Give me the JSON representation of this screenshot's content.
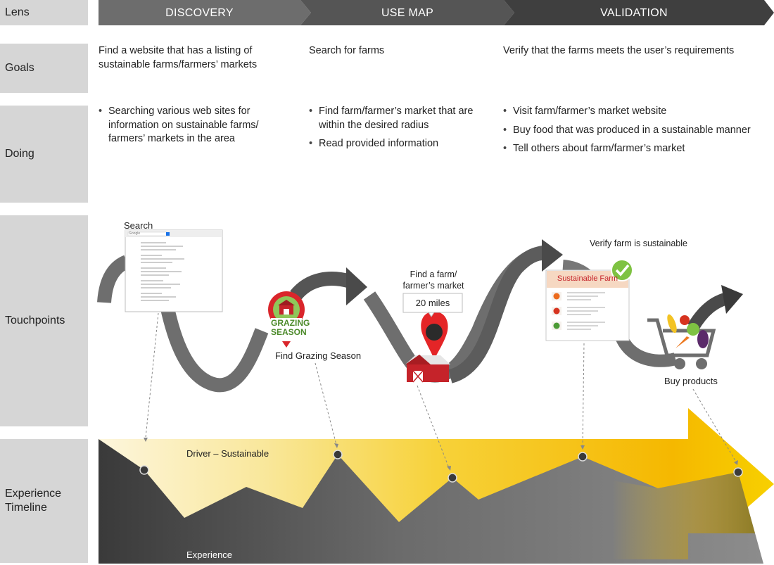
{
  "rows": {
    "lens": "Lens",
    "goals": "Goals",
    "doing": "Doing",
    "touchpoints": "Touchpoints",
    "experience_timeline": [
      "Experience",
      "Timeline"
    ]
  },
  "phases": [
    "DISCOVERY",
    "USE MAP",
    "VALIDATION"
  ],
  "goals": [
    [
      "Find a website that has a listing of",
      "sustainable farms/farmers’ markets"
    ],
    [
      "Search for farms"
    ],
    [
      "Verify that the farms meets the user’s requirements"
    ]
  ],
  "doing": [
    [
      "Searching various web sites for information on sustainable farms/ farmers’ markets in the area"
    ],
    [
      "Find farm/farmer’s market that are within the desired radius",
      "Read provided information"
    ],
    [
      "Visit farm/farmer’s market website",
      "Buy food that was produced in a sustainable manner",
      "Tell others about farm/farmer’s market"
    ]
  ],
  "touchpoints": {
    "search": "Search",
    "grazing_logo": [
      "GRAZING",
      "SEASON"
    ],
    "find_grazing": "Find Grazing Season",
    "find_farm": [
      "Find a farm/",
      "farmer’s market"
    ],
    "radius": "20 miles",
    "verify": "Verify farm is sustainable",
    "sustainable_farm": "Sustainable Farm",
    "buy": "Buy products",
    "search_logo": "Google"
  },
  "timeline": {
    "driver": "Driver – Sustainable",
    "experience": "Experience"
  },
  "colors": {
    "label_bg": "#d6d6d6",
    "phase_dark": "#3f3f3f",
    "phase_mid": "#555555",
    "phase_light": "#6d6d6d",
    "path_gray": "#6e6e6e",
    "experience_dark": "#3a3a3a",
    "experience_light": "#8a8a8a",
    "driver_yellow": "#f7c600",
    "pin_red": "#e42527",
    "barn_red": "#c5232a",
    "check_green": "#7ec242"
  }
}
